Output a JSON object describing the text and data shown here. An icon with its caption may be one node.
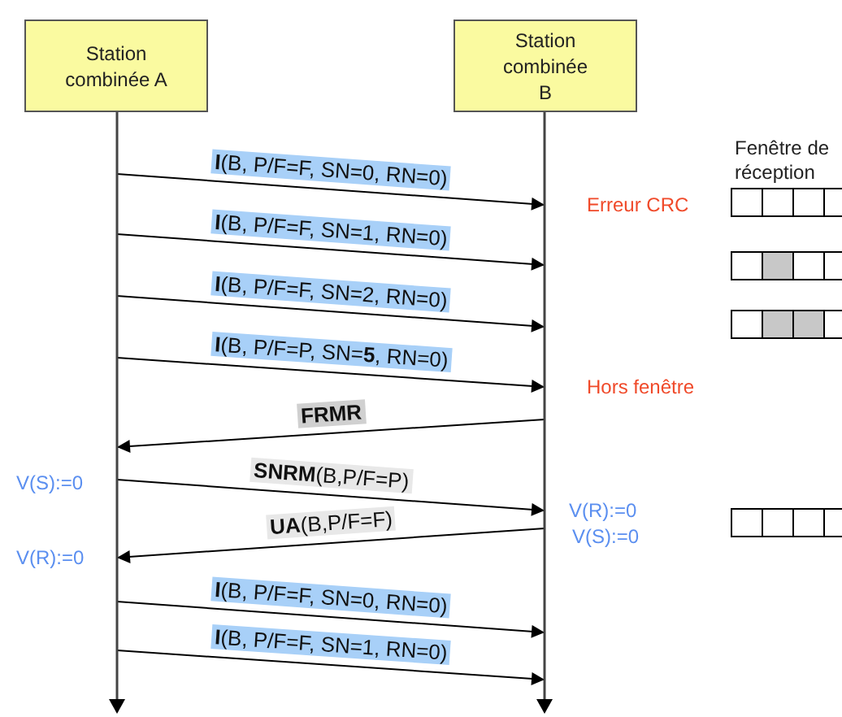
{
  "diagram": {
    "nodes": [
      {
        "text": [
          "Station combinée A"
        ]
      },
      {
        "text": [
          "Station combinée B"
        ]
      },
      {
        "text": [],
        "shape": "line"
      },
      {
        "text": [],
        "shape": "line"
      }
    ],
    "edges": [
      {
        "from": 2,
        "to": 3,
        "arrow": "to",
        "label": "**I**(B, P/F=F, SN=0, RN=0)"
      },
      {
        "from": 2,
        "to": 3,
        "arrow": "to",
        "label": "**I**(B, P/F=F, SN=1, RN=0)"
      },
      {
        "from": 2,
        "to": 3,
        "arrow": "to",
        "label": "**I**(B, P/F=F, SN=2, RN=0)"
      },
      {
        "from": 2,
        "to": 3,
        "arrow": "to",
        "label": "**I**(B, P/F=P, SN=**5**, RN=0)"
      },
      {
        "from": 3,
        "to": 2,
        "arrow": "to",
        "label": "**FRMR**"
      },
      {
        "from": 2,
        "to": 3,
        "arrow": "to",
        "label": "**SNRM**(B,P/F=P)"
      },
      {
        "from": 3,
        "to": 2,
        "arrow": "to",
        "label": "**UA**(B,P/F=F)"
      },
      {
        "from": 2,
        "to": 3,
        "arrow": "to",
        "label": "**I**(B, P/F=F, SN=0, RN=0)"
      },
      {
        "from": 2,
        "to": 3,
        "arrow": "to",
        "label": "**I**(B, P/F=F, SN=1, RN=0)"
      }
    ],
    "labels": [
      "Fenêtre de réception",
      "Erreur CRC",
      "Hors fenêtre",
      "V(S):=0",
      "V(R):=0",
      "V(S):=0",
      "V(R):=0"
    ]
  }
}
